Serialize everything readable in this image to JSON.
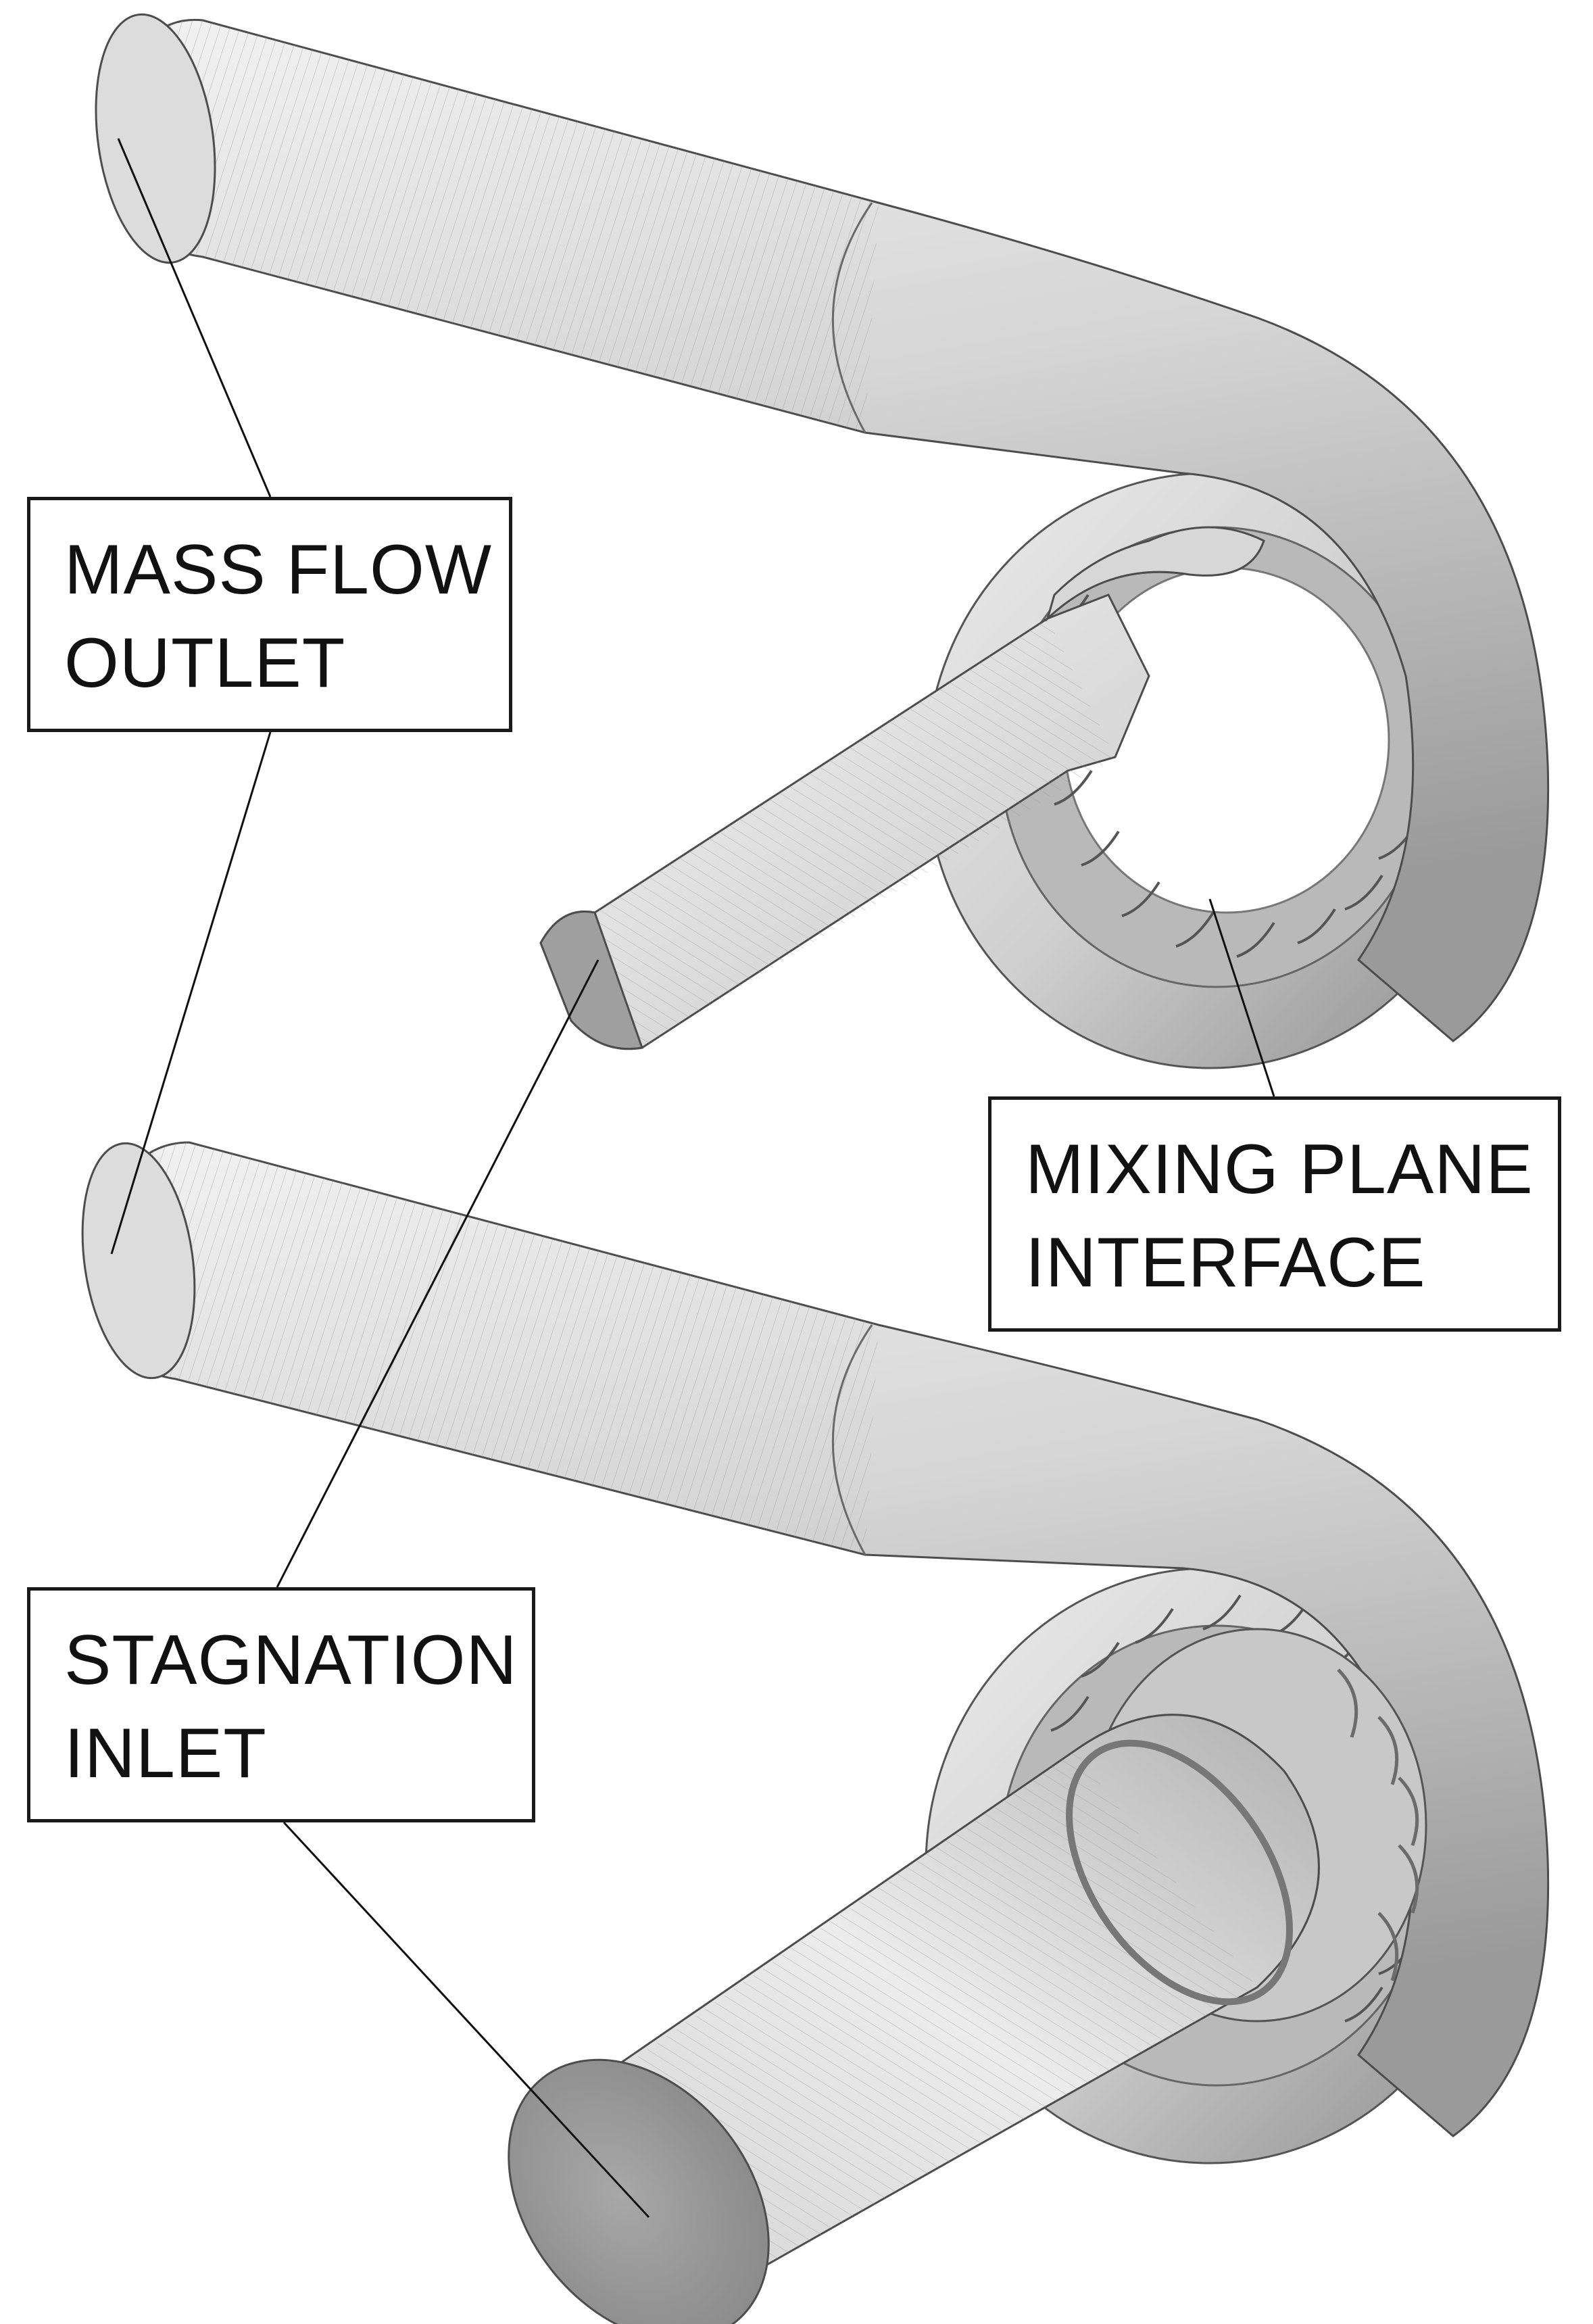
{
  "labels": {
    "mass_flow_outlet": {
      "line1": "MASS FLOW",
      "line2": "OUTLET"
    },
    "mixing_plane_interface": {
      "line1": "MIXING PLANE",
      "line2": "INTERFACE"
    },
    "stagnation_inlet": {
      "line1": "STAGNATION",
      "line2": "INLET"
    }
  },
  "colors": {
    "surface_light": "#e6e6e6",
    "surface_mid": "#c4c4c4",
    "surface_dark": "#8d8d8d",
    "leader_line": "#111111",
    "mesh_line": "#9a9a9a"
  }
}
